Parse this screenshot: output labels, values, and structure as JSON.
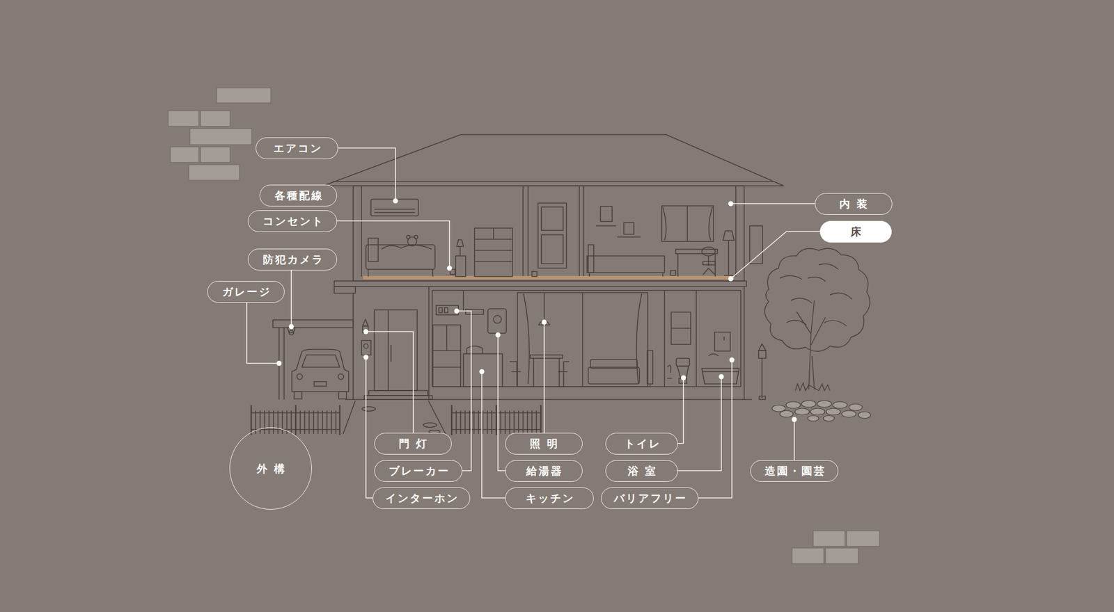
{
  "diagram": {
    "nodes": [
      {
        "text": [
          "エアコン"
        ]
      },
      {
        "text": [
          "各種配線"
        ]
      },
      {
        "text": [
          "内装"
        ]
      },
      {
        "text": [
          "コンセント"
        ]
      },
      {
        "text": [
          "床"
        ]
      },
      {
        "text": [
          "防犯カメラ"
        ]
      },
      {
        "text": [
          "ガレージ"
        ]
      },
      {
        "text": [
          "外構"
        ]
      },
      {
        "text": [
          "門灯"
        ]
      },
      {
        "text": [
          "照明"
        ]
      },
      {
        "text": [
          "トイレ"
        ]
      },
      {
        "text": [
          "造園・園芸"
        ]
      },
      {
        "text": [
          "ブレーカー"
        ]
      },
      {
        "text": [
          "給湯器"
        ]
      },
      {
        "text": [
          "浴室"
        ]
      },
      {
        "text": [
          "インターホン"
        ]
      },
      {
        "text": [
          "キッチン"
        ]
      },
      {
        "text": [
          "バリアフリー"
        ]
      }
    ]
  }
}
